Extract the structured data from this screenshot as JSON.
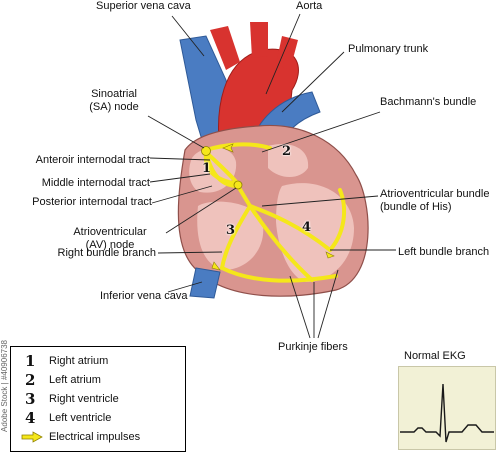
{
  "labels": {
    "superior_vena_cava": "Superior vena cava",
    "aorta": "Aorta",
    "pulmonary_trunk": "Pulmonary trunk",
    "sa_node_1": "Sinoatrial",
    "sa_node_2": "(SA) node",
    "bachmanns_bundle": "Bachmann's bundle",
    "anterior_internodal": "Anteroir internodal tract",
    "middle_internodal": "Middle internodal tract",
    "posterior_internodal": "Posterior internodal tract",
    "av_bundle_1": "Atrioventricular bundle",
    "av_bundle_2": "(bundle of His)",
    "av_node_1": "Atrioventricular",
    "av_node_2": "(AV) node",
    "right_bundle_branch": "Right bundle branch",
    "left_bundle_branch": "Left bundle branch",
    "inferior_vena_cava": "Inferior vena cava",
    "purkinje_fibers": "Purkinje fibers",
    "normal_ekg": "Normal EKG"
  },
  "chamber_numbers": [
    "1",
    "2",
    "3",
    "4"
  ],
  "legend": [
    {
      "num": "1",
      "text": "Right atrium"
    },
    {
      "num": "2",
      "text": "Left atrium"
    },
    {
      "num": "3",
      "text": "Right ventricle"
    },
    {
      "num": "4",
      "text": "Left ventricle"
    },
    {
      "num": "",
      "text": "Electrical impulses"
    }
  ],
  "watermark": "Adobe Stock | #40906738",
  "colors": {
    "vein_blue": "#4a7cc2",
    "artery_red": "#d8332f",
    "myocardium": "#d9958f",
    "chamber_interior": "#efc2bc",
    "conduction_yellow": "#f5e71a",
    "ekg_background": "#f2f1d6",
    "ekg_trace": "#1a1a1a"
  }
}
